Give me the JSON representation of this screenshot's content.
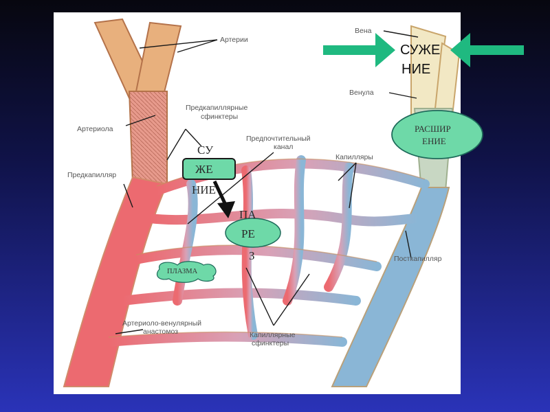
{
  "labels": {
    "arteries": "Артерии",
    "vein": "Вена",
    "venule": "Венула",
    "precap_sphincters": [
      "Предкапиллярные",
      "сфинктеры"
    ],
    "arteriole": "Артериола",
    "preferred_channel": [
      "Предпочтительный",
      "канал"
    ],
    "capillaries": "Капилляры",
    "precapillary": "Предкапилляр",
    "postcapillary": "Посткапилляр",
    "av_anastomosis": [
      "Артериоло-венулярный",
      "анастомоз"
    ],
    "cap_sphincters": [
      "Капиллярные",
      "сфинктеры"
    ]
  },
  "overlays": {
    "narrowing_top": [
      "СУЖЕ",
      "НИЕ"
    ],
    "dilation": [
      "РАСШИР",
      "ЕНИЕ"
    ],
    "narrowing_mid": [
      "СУ",
      "ЖЕ",
      "НИЕ"
    ],
    "paresis": [
      "ПА",
      "РЕ",
      "З"
    ],
    "plasma": "ПЛАЗМА"
  },
  "colors": {
    "arrow_green": "#1fb980",
    "bubble_fill": "#6ed9a8",
    "vessel_red": "#e9666e",
    "vessel_blue": "#8ab6d6"
  }
}
